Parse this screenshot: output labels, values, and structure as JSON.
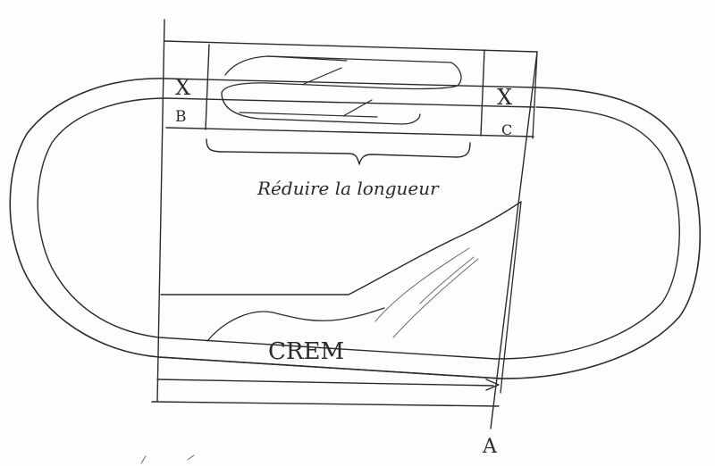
{
  "labels": {
    "point_b": "B",
    "point_c": "C",
    "point_a": "A",
    "brace_note": "Réduire la longueur",
    "crem": "CREM",
    "cross_left": "X",
    "cross_right": "X"
  }
}
